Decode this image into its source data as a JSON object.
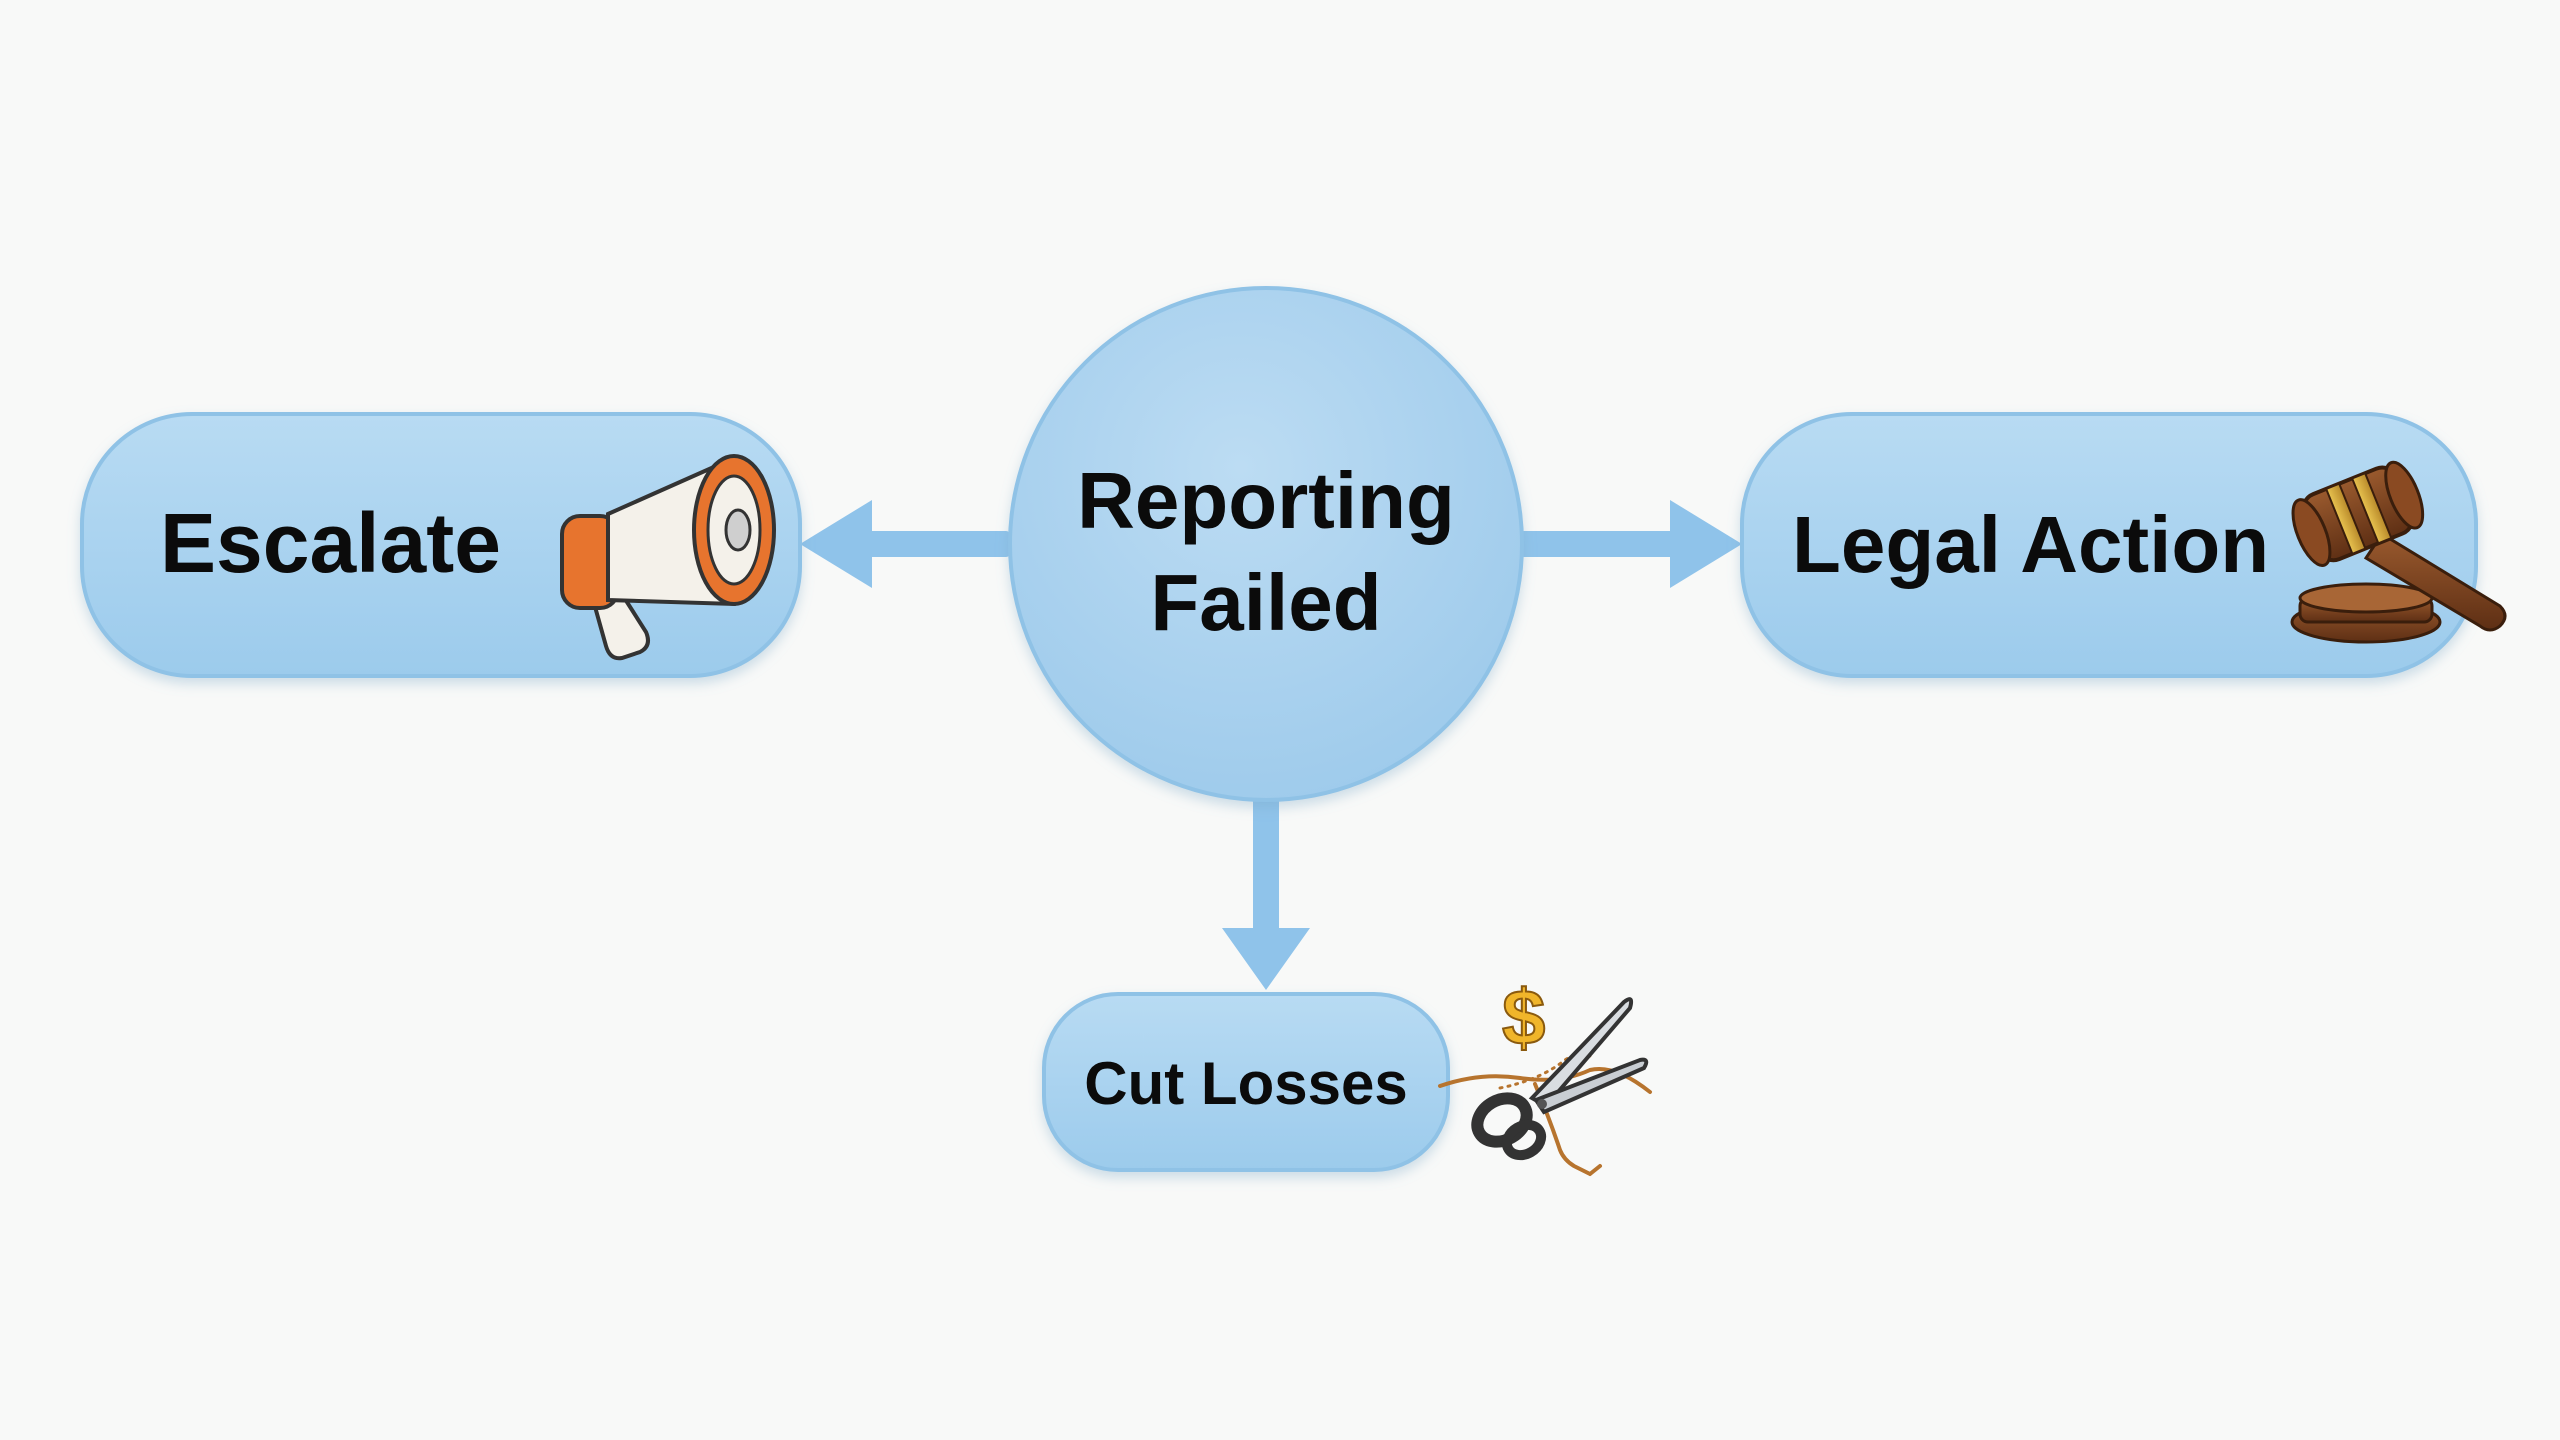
{
  "diagram": {
    "center": {
      "line1": "Reporting",
      "line2": "Failed"
    },
    "left": {
      "label": "Escalate",
      "icon": "megaphone-icon"
    },
    "right": {
      "label": "Legal Action",
      "icon": "gavel-icon"
    },
    "bottom": {
      "label": "Cut Losses",
      "icon": "scissors-cutting-money-string-icon",
      "symbol": "$"
    }
  },
  "colors": {
    "node_fill": "#a9d2ee",
    "node_stroke": "#8fc2e6",
    "arrow": "#8fc3ea",
    "background": "#f8f9f8"
  }
}
